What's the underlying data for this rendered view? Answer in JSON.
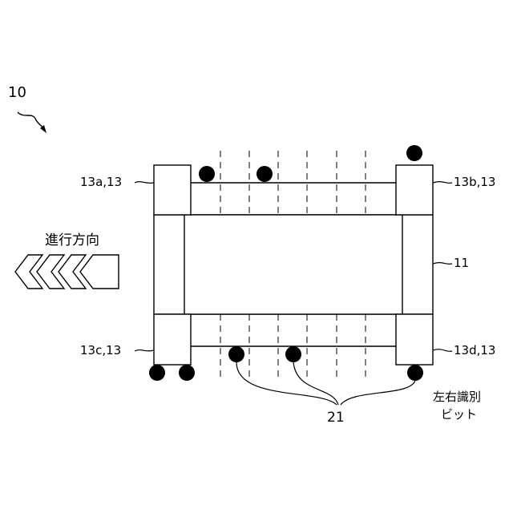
{
  "labels": {
    "figure_number": "10",
    "travel_direction": "進行方向",
    "wheel_13a": "13a,13",
    "wheel_13b": "13b,13",
    "wheel_13c": "13c,13",
    "wheel_13d": "13d,13",
    "body": "11",
    "bits": "21",
    "lr_bit_line1": "左右識別",
    "lr_bit_line2": "ビット"
  },
  "colors": {
    "line": "#000000",
    "background": "#ffffff"
  }
}
